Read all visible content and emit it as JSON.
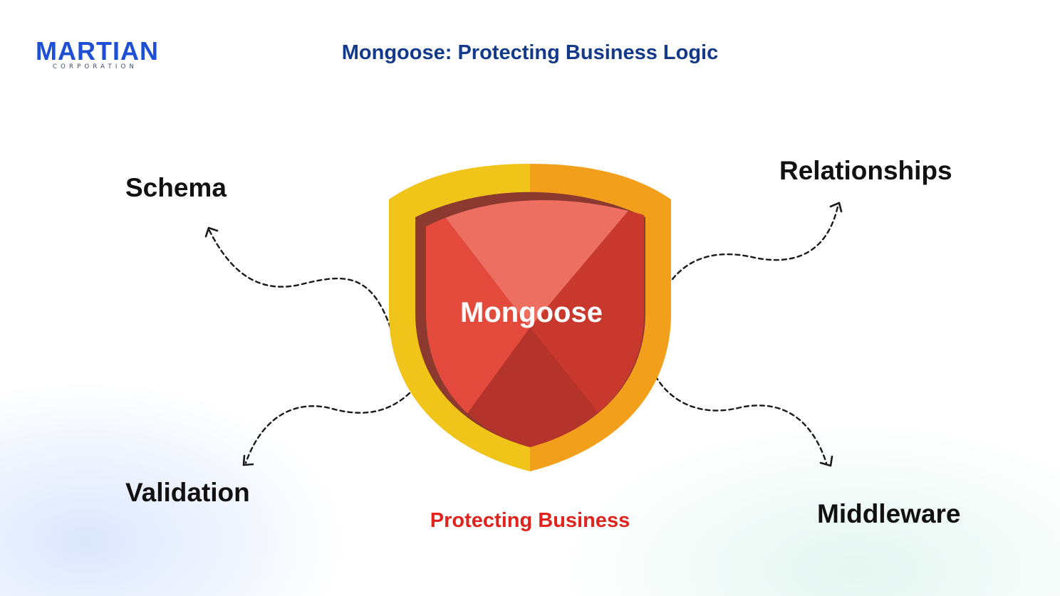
{
  "logo": {
    "wordmark": "MARTIAN",
    "subtitle": "CORPORATION"
  },
  "title": "Mongoose: Protecting Business Logic",
  "shield": {
    "label": "Mongoose"
  },
  "nodes": {
    "schema": "Schema",
    "relationships": "Relationships",
    "validation": "Validation",
    "middleware": "Middleware"
  },
  "caption": "Protecting Business",
  "colors": {
    "brand": "#1e4fd6",
    "title": "#133a8a",
    "shield_gold_left": "#f0c419",
    "shield_gold_right": "#f2a01b",
    "shield_red": "#e0473b",
    "caption": "#e0231d"
  }
}
